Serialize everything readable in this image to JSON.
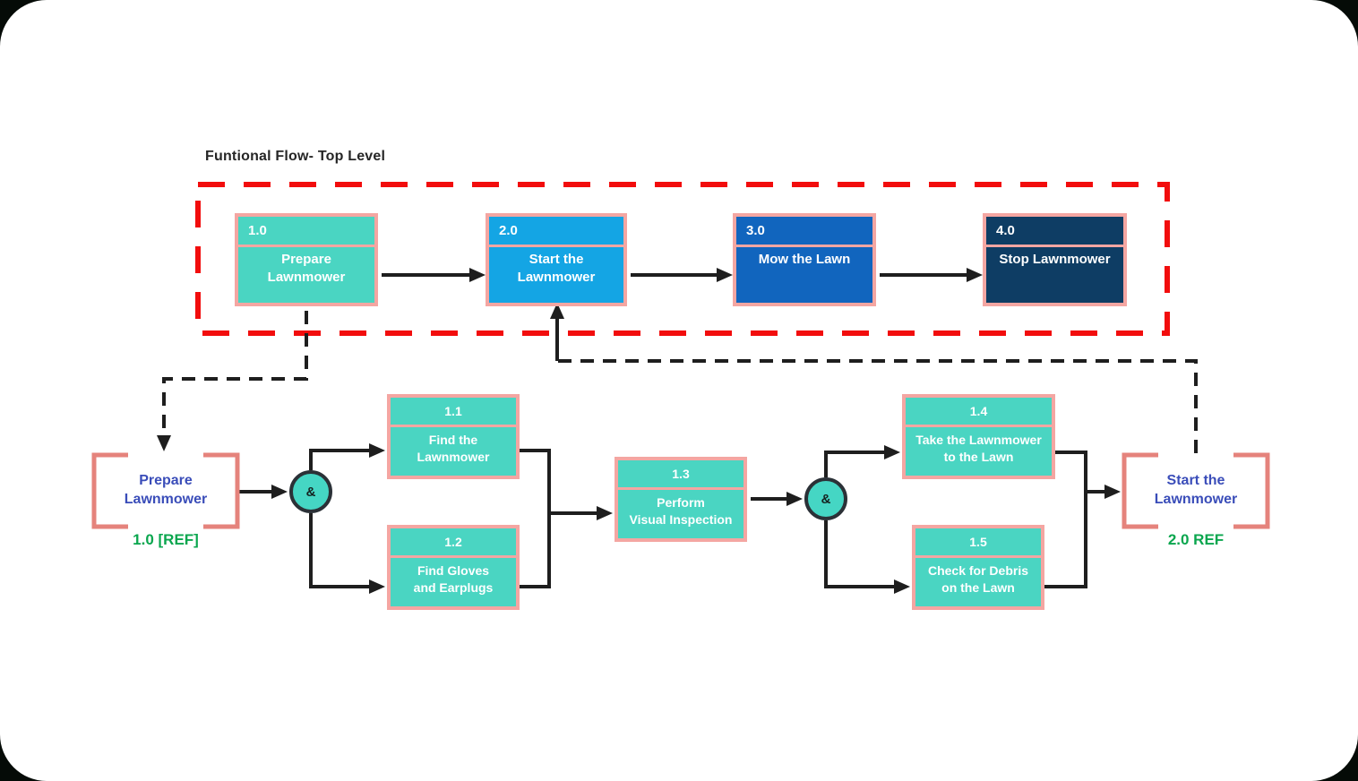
{
  "title": "Funtional Flow- Top Level",
  "colors": {
    "page_background": "#050b07",
    "canvas_background": "#ffffff",
    "teal_box": "#4AD5C2",
    "light_blue_box": "#14A5E4",
    "medium_blue_box": "#1165BE",
    "navy_box": "#0E3D64",
    "box_border_pink": "#F4A6A2",
    "boundary_red": "#F20D0D",
    "ref_bracket_salmon": "#E5837C",
    "ref_label_blue": "#3A4DB9",
    "ref_tag_green": "#0AA64E",
    "line_black": "#1E1E1E",
    "gate_fill": "#45D6C4",
    "gate_border": "#2B3137"
  },
  "top_level": {
    "boxes": [
      {
        "id": "1.0",
        "label": "Prepare\nLawnmower"
      },
      {
        "id": "2.0",
        "label": "Start the\nLawnmower"
      },
      {
        "id": "3.0",
        "label": "Mow the Lawn"
      },
      {
        "id": "4.0",
        "label": "Stop Lawnmower"
      }
    ]
  },
  "detail_level": {
    "boxes": [
      {
        "id": "1.1",
        "label": "Find the\nLawnmower"
      },
      {
        "id": "1.2",
        "label": "Find Gloves\nand Earplugs"
      },
      {
        "id": "1.3",
        "label": "Perform\nVisual Inspection"
      },
      {
        "id": "1.4",
        "label": "Take the Lawnmower\nto the Lawn"
      },
      {
        "id": "1.5",
        "label": "Check for Debris\non the Lawn"
      }
    ],
    "refs": {
      "left": {
        "label": "Prepare\nLawnmower",
        "tag": "1.0 [REF]"
      },
      "right": {
        "label": "Start the\nLawnmower",
        "tag": "2.0 REF"
      }
    },
    "and_gates": [
      {
        "symbol": "&"
      },
      {
        "symbol": "&"
      }
    ]
  }
}
